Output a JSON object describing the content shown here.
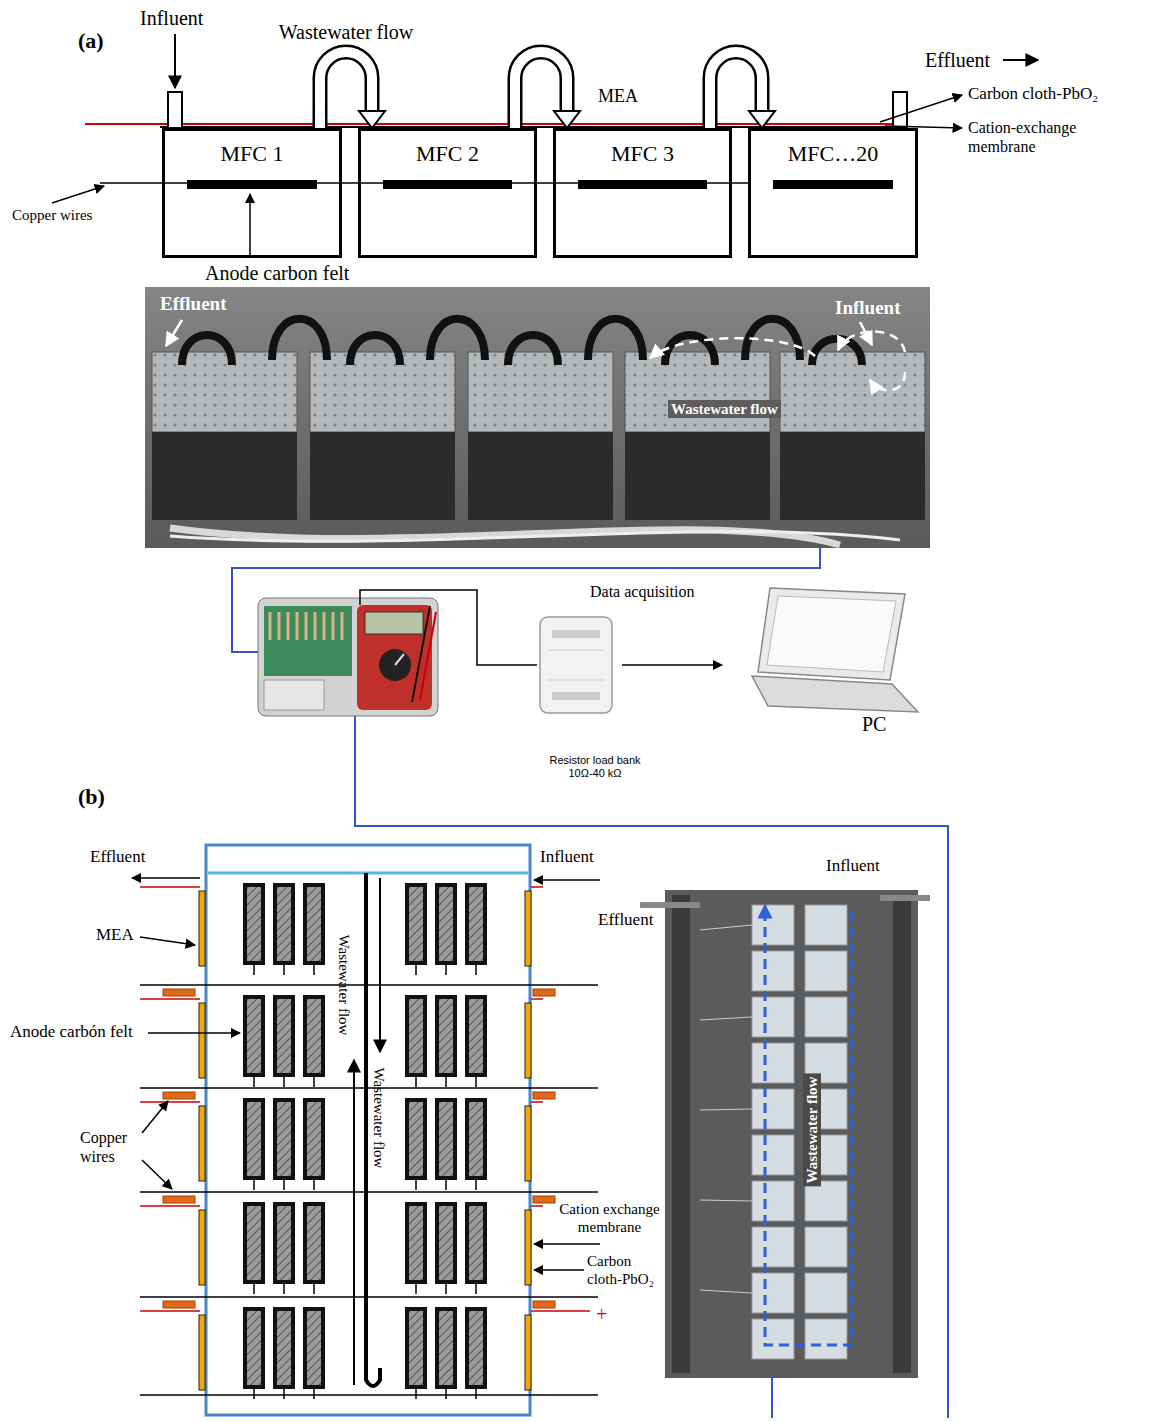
{
  "diagram": {
    "nodes": [
      {
        "text": [
          "MFC 1"
        ]
      },
      {
        "text": [
          "MFC 2"
        ]
      },
      {
        "text": [
          "MFC 3"
        ]
      },
      {
        "text": [
          "MFC…20"
        ]
      }
    ],
    "edges": [
      {
        "from": 0,
        "to": 1,
        "arrow": "to",
        "label": "Wastewater flow"
      },
      {
        "from": 1,
        "to": 2,
        "arrow": "to"
      },
      {
        "from": 2,
        "to": 3,
        "arrow": "to"
      }
    ],
    "labels": [
      "(a)",
      "Influent",
      "Effluent",
      "MEA",
      "Carbon cloth-PbO₂",
      "Cation-exchange membrane",
      "Copper wires",
      "Anode carbon felt",
      "Effluent",
      "Influent",
      "Wastewater flow",
      "Data acquisition",
      "PC",
      "Resistor load bank 10Ω-40 kΩ",
      "(b)",
      "Effluent",
      "Influent",
      "MEA",
      "Anode carbón felt",
      "Copper wires",
      "Wastewater flow",
      "Wastewater flow",
      "Cation exchange membrane",
      "Carbon cloth-PbO₂",
      "+",
      "Influent",
      "Effluent",
      "Wastewater flow"
    ]
  }
}
